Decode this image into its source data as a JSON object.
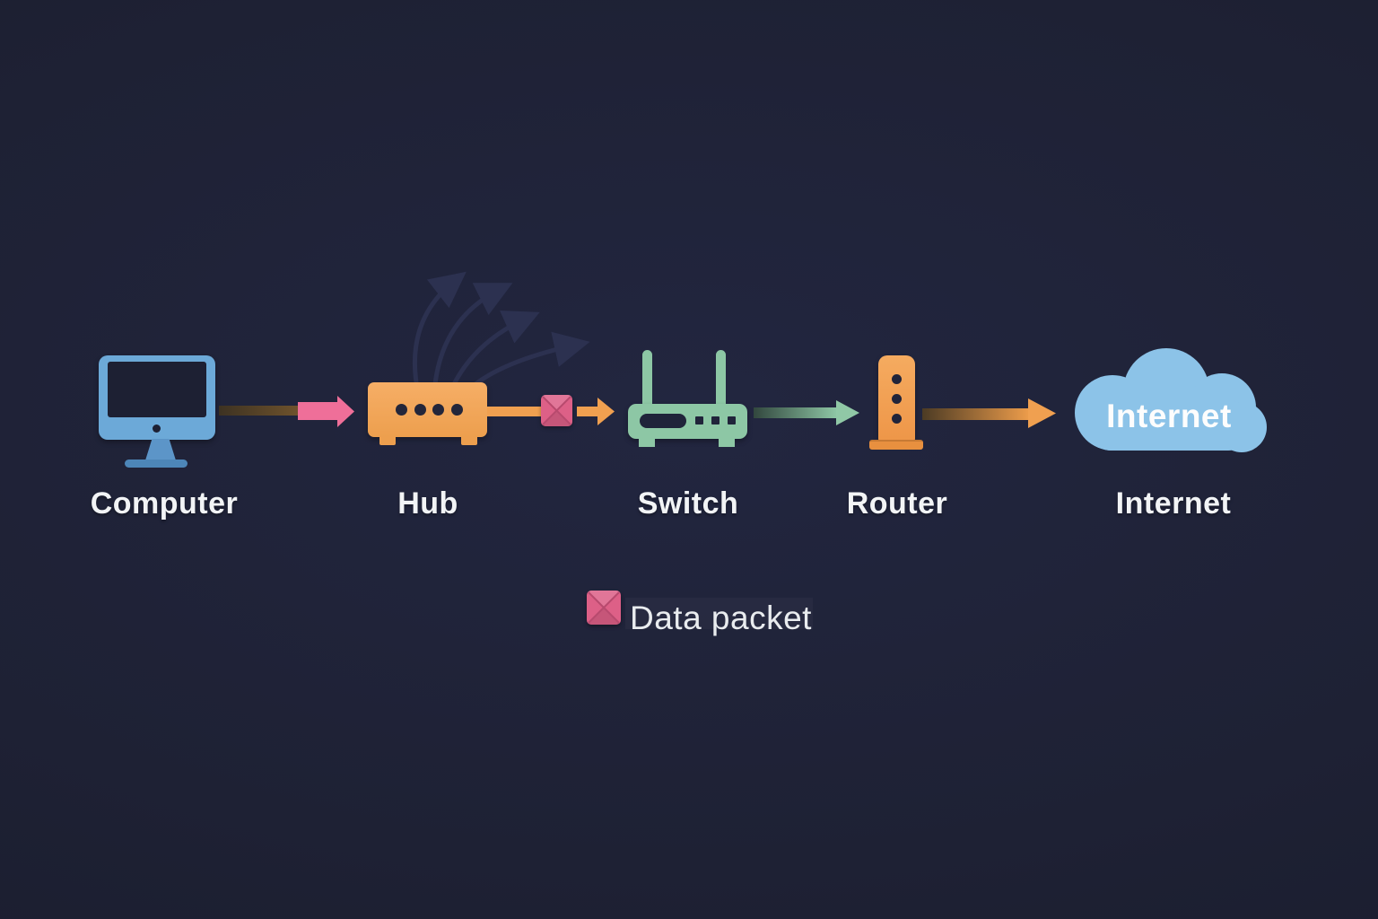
{
  "diagram": {
    "description": "Network data flow diagram",
    "nodes": [
      {
        "id": "computer",
        "label": "Computer",
        "icon": "desktop-monitor-icon",
        "color": "#6ca9d8"
      },
      {
        "id": "hub",
        "label": "Hub",
        "icon": "hub-box-icon",
        "color": "#f3a95f"
      },
      {
        "id": "switch",
        "label": "Switch",
        "icon": "wireless-switch-icon",
        "color": "#8dc7a5"
      },
      {
        "id": "router",
        "label": "Router",
        "icon": "router-tower-icon",
        "color": "#f3a85c"
      },
      {
        "id": "internet",
        "label": "Internet",
        "icon": "cloud-icon",
        "color": "#8cc3e8",
        "icon_text": "Internet"
      }
    ],
    "connections": [
      {
        "from": "computer",
        "to": "hub",
        "style": "brown shaft with pink arrowhead"
      },
      {
        "from": "hub",
        "to": "switch",
        "style": "orange arrow carrying pink data packet"
      },
      {
        "from": "switch",
        "to": "router",
        "style": "green gradient arrow"
      },
      {
        "from": "router",
        "to": "internet",
        "style": "brown-to-orange gradient arrow"
      }
    ],
    "hub_broadcast_arrows": {
      "count": 4,
      "color": "#2c3150",
      "direction": "fanning up-right from hub"
    },
    "legend": {
      "swatch_color": "#dd6087",
      "label": "Data packet"
    },
    "palette": {
      "background": "#1e2134",
      "pink": "#ee6e98",
      "orange": "#f0a050",
      "green": "#8dc7a5",
      "blue": "#6ca9d8",
      "cloud_blue": "#8cc3e8",
      "text": "#f2f4f6"
    }
  }
}
